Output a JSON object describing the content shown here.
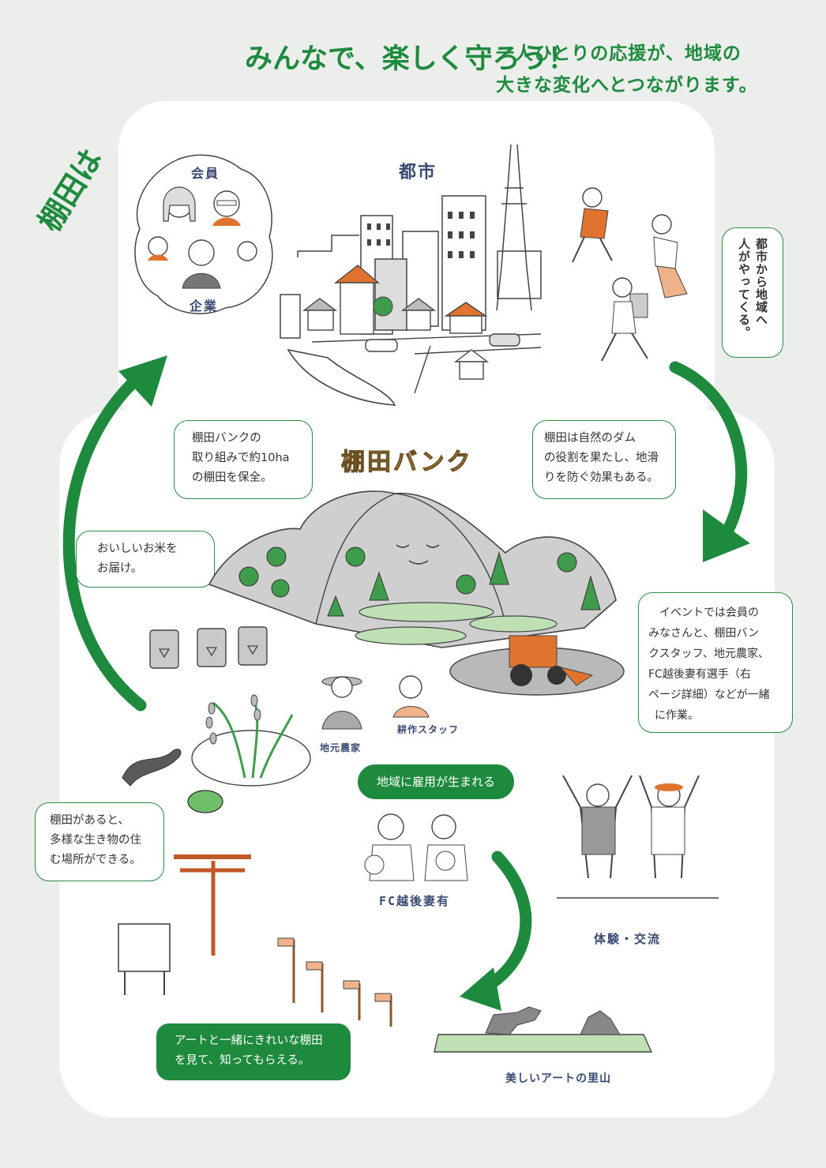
{
  "headline": {
    "part1": "棚田は",
    "part2": "みんなで、楽しく守ろう！"
  },
  "subheading": {
    "line1": "一人ひとりの応援が、地域の",
    "line2": "大きな変化へとつながります。"
  },
  "labels": {
    "city": "都市",
    "members_top": "会員",
    "members_bottom": "企業",
    "bank": "棚田バンク",
    "farmer": "地元農家",
    "staff": "耕作スタッフ",
    "fc": "FC越後妻有",
    "experience": "体験・交流",
    "satoyama": "美しいアートの里山"
  },
  "callouts": {
    "city_to_region": [
      "都市から地域へ",
      "人がやってくる。"
    ],
    "conservation": [
      "棚田バンクの",
      "取り組みで約10ha",
      "の棚田を保全。"
    ],
    "dam": [
      "棚田は自然のダム",
      "の役割を果たし、地滑",
      "りを防ぐ効果もある。"
    ],
    "rice": [
      "おいしいお米を",
      "お届け。"
    ],
    "event": [
      "イベントでは会員の",
      "みなさんと、棚田バン",
      "クスタッフ、地元農家、",
      "FC越後妻有選手（右",
      "ページ詳細）などが一緒",
      "に作業。"
    ],
    "employment": "地域に雇用が生まれる",
    "creatures": [
      "棚田があると、",
      "多様な生き物の住",
      "む場所ができる。"
    ],
    "art": [
      "アートと一緒にきれいな棚田",
      "を見て、知ってもらえる。"
    ]
  },
  "colors": {
    "green": "#1e8a3e",
    "orange": "#e0742f",
    "navy": "#3a4a72",
    "background": "#eceeec"
  }
}
